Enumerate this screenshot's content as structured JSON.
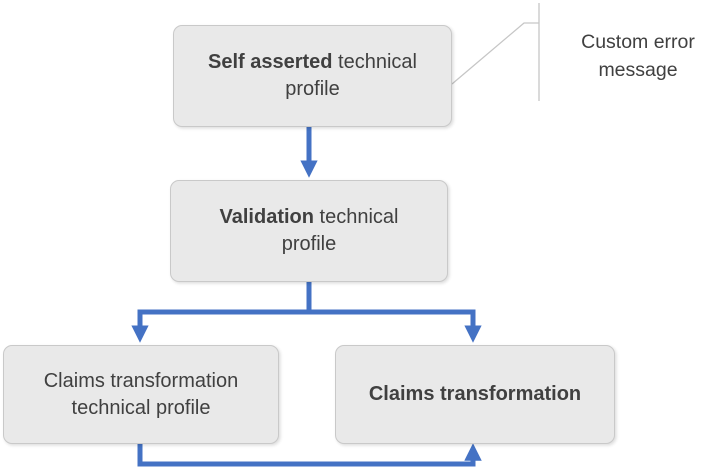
{
  "diagram": {
    "nodes": [
      {
        "id": "self-asserted-technical-profile",
        "bold": "Self asserted",
        "rest": " technical profile"
      },
      {
        "id": "validation-technical-profile",
        "bold": "Validation",
        "rest": " technical profile"
      },
      {
        "id": "claims-transformation-technical-profile",
        "bold": "",
        "rest": "Claims transformation technical profile"
      },
      {
        "id": "claims-transformation",
        "bold": "Claims transformation",
        "rest": ""
      }
    ],
    "callout": {
      "label": "Custom error message"
    },
    "colors": {
      "arrow": "#4472C4",
      "node_fill": "#E9E9E9",
      "node_border": "#C9C9C9",
      "node_text": "#404040",
      "callout_line": "#C6C6C6",
      "callout_text": "#404040"
    }
  }
}
